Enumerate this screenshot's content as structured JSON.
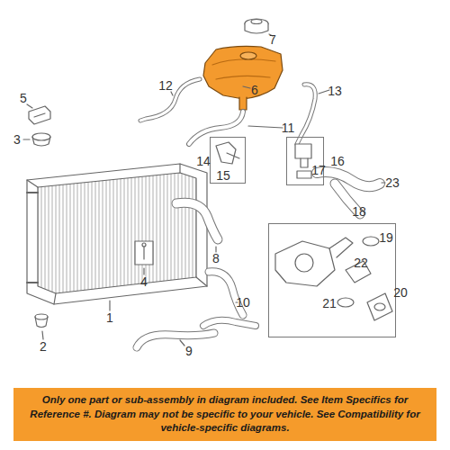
{
  "diagram": {
    "nodes": [
      {
        "text": [
          "14",
          "15"
        ]
      },
      {
        "text": [
          "16",
          "17"
        ]
      },
      {
        "text": [
          "18",
          "19",
          "22",
          "21",
          "20"
        ]
      },
      {
        "text": [
          "Only one part or sub-assembly in diagram included. See Item Specifics for Reference #. Diagram may not be specific to your vehicle. See Compatibility for vehicle-specific diagrams."
        ]
      }
    ],
    "labels": [
      "7",
      "6",
      "5",
      "12",
      "13",
      "3",
      "11",
      "23",
      "1",
      "8",
      "4",
      "2",
      "10",
      "9"
    ]
  }
}
